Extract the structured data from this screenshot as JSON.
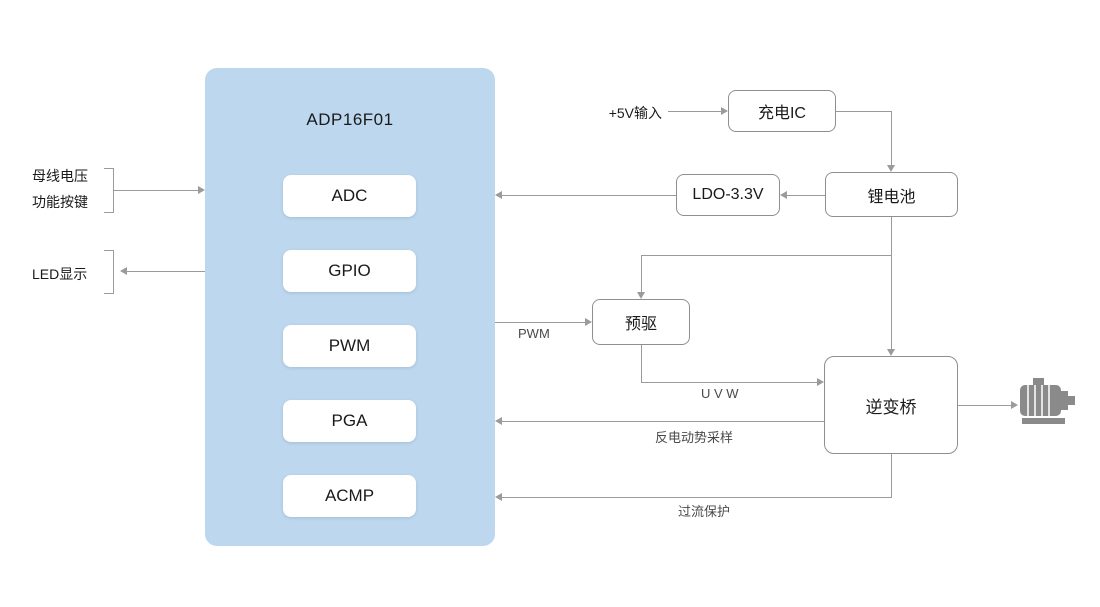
{
  "mcu": {
    "title": "ADP16F01",
    "modules": [
      "ADC",
      "GPIO",
      "PWM",
      "PGA",
      "ACMP"
    ]
  },
  "left_panel": {
    "bus_voltage": "母线电压",
    "function_keys": "功能按键",
    "led_display": "LED显示"
  },
  "blocks": {
    "charge_ic": "充电IC",
    "battery": "锂电池",
    "ldo": "LDO-3.3V",
    "predriver": "预驱",
    "inverter": "逆变桥"
  },
  "labels": {
    "input_5v": "+5V输入",
    "pwm": "PWM",
    "uvw": "U V W",
    "bemf_sampling": "反电动势采样",
    "overcurrent": "过流保护"
  },
  "icons": {
    "motor": "motor-icon"
  },
  "colors": {
    "mcu_fill": "#BCD7EE",
    "line": "#9B9B9B",
    "box_border": "#8F8F8F",
    "text": "#1A1A1A",
    "motor": "#8A8A8A"
  }
}
